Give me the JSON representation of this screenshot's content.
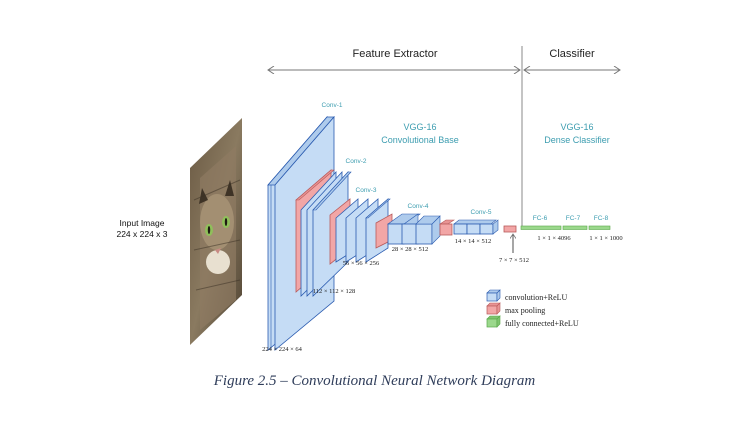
{
  "header": {
    "feature_extractor": "Feature Extractor",
    "classifier": "Classifier"
  },
  "input": {
    "line1": "Input Image",
    "line2": "224 x 224 x 3"
  },
  "base": {
    "line1": "VGG-16",
    "line2": "Convolutional Base"
  },
  "dense": {
    "line1": "VGG-16",
    "line2": "Dense Classifier"
  },
  "blocks": {
    "conv1": "Conv-1",
    "conv2": "Conv-2",
    "conv3": "Conv-3",
    "conv4": "Conv-4",
    "conv5": "Conv-5",
    "fc6": "FC-6",
    "fc7": "FC-7",
    "fc8": "FC-8"
  },
  "dims": {
    "d224": "224 × 224 × 64",
    "d112": "112 × 112 × 128",
    "d56": "56 × 56 × 256",
    "d28": "28 × 28 × 512",
    "d14": "14 × 14 × 512",
    "d7": "7 × 7 × 512",
    "d4096": "1 × 1 × 4096",
    "d1000": "1 × 1 × 1000"
  },
  "legend": {
    "conv": "convolution+ReLU",
    "pool": "max pooling",
    "fc": "fully connected+ReLU"
  },
  "colors": {
    "conv_fill": "#c5dcf5",
    "conv_stroke": "#2a5bb0",
    "pool_fill": "#f2a6a6",
    "pool_stroke": "#b85a5a",
    "fc_fill": "#9bd88c",
    "fc_stroke": "#5aa84a",
    "teal_text": "#3d9db0",
    "arrow": "#777777"
  },
  "caption": "Figure 2.5 – Convolutional Neural Network Diagram"
}
